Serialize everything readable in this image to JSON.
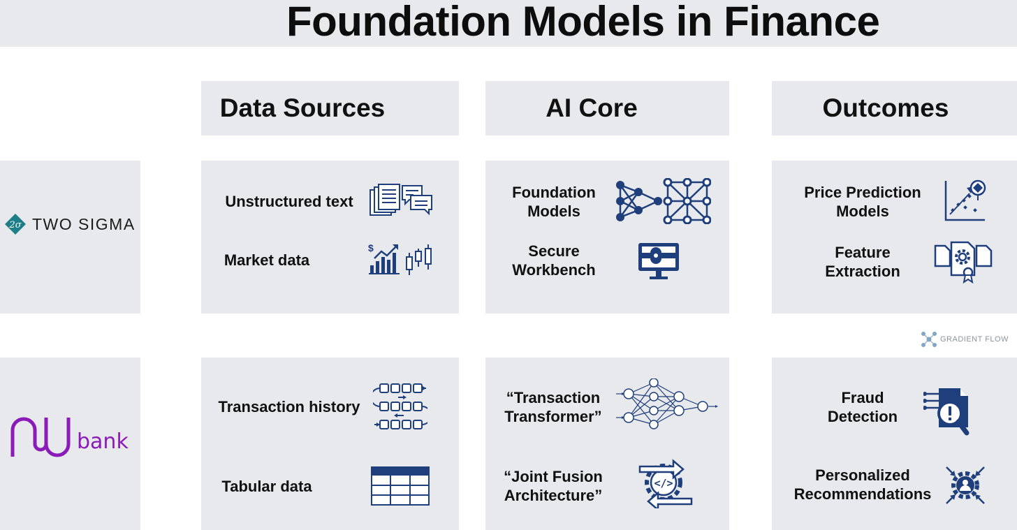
{
  "title": "Foundation Models in Finance",
  "columns": {
    "data_sources": "Data Sources",
    "ai_core": "AI Core",
    "outcomes": "Outcomes"
  },
  "companies": {
    "two_sigma": {
      "logo_mark": "2σ",
      "name": "TWO SIGMA",
      "data_sources": [
        "Unstructured text",
        "Market data"
      ],
      "ai_core": [
        "Foundation Models",
        "Secure Workbench"
      ],
      "outcomes": [
        "Price Prediction Models",
        "Feature Extraction"
      ]
    },
    "nubank": {
      "name": "bank",
      "data_sources": [
        "Transaction history",
        "Tabular data"
      ],
      "ai_core": [
        "“Transaction Transformer”",
        "“Joint Fusion Architecture”"
      ],
      "outcomes": [
        "Fraud Detection",
        "Personalized Recommendations"
      ]
    }
  },
  "watermark": "GRADIENT FLOW",
  "colors": {
    "panel": "#e8e9ed",
    "icon": "#1f3f7c",
    "two_sigma_teal": "#1f7f88",
    "nubank_purple": "#8a1bb8"
  },
  "icons": {
    "unstructured_text": "documents-chat-icon",
    "market_data": "chart-candlestick-icon",
    "foundation_models": "neural-network-icon",
    "secure_workbench": "monitor-wrench-icon",
    "price_prediction": "scatter-trend-icon",
    "feature_extraction": "documents-gear-icon",
    "transaction_history": "flow-chart-icon",
    "tabular_data": "table-icon",
    "transaction_transformer": "neural-network-icon",
    "joint_fusion": "gear-code-icon",
    "fraud_detection": "document-magnifier-icon",
    "personalized_recommendations": "gear-user-icon"
  }
}
